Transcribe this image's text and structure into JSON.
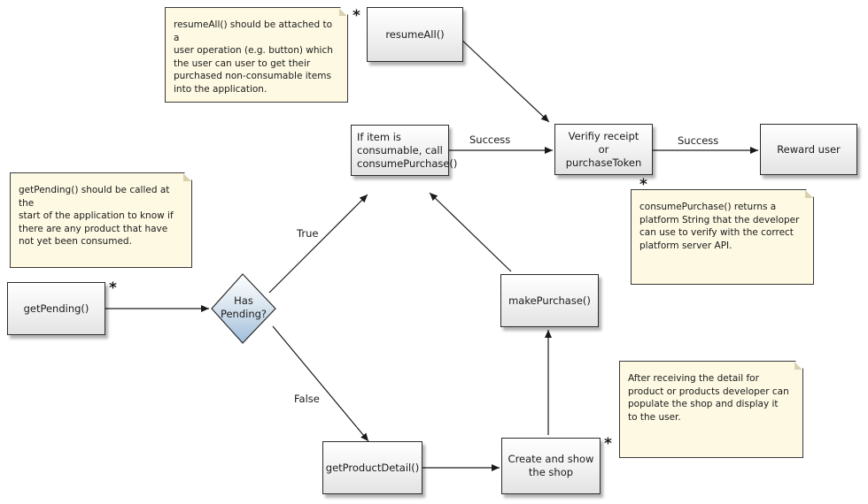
{
  "nodes": {
    "resume_all": "resumeAll()",
    "consume_check": "If item is\nconsumable, call\nconsumePurchase()",
    "verify": "Verifiy receipt\nor purchaseToken",
    "reward": "Reward user",
    "get_pending": "getPending()",
    "has_pending": "Has\nPending?",
    "make_purchase": "makePurchase()",
    "get_product_detail": "getProductDetail()",
    "create_shop": "Create and show\nthe shop"
  },
  "notes": {
    "resume_all": "resumeAll() should be attached to a\nuser operation (e.g. button) which\nthe user can user to get their\npurchased non-consumable items\ninto the application.",
    "get_pending": "getPending() should be called at the\nstart of the application to know if\nthere are any product that have\nnot yet been consumed.",
    "consume_purchase": "consumePurchase() returns a\nplatform String that the developer\ncan use to verify with the correct\nplatform server API.",
    "product_detail": "After receiving the detail for\nproduct or products developer can\npopulate the shop and display it\nto the user."
  },
  "edge_labels": {
    "success_1": "Success",
    "success_2": "Success",
    "true_label": "True",
    "false_label": "False"
  },
  "markers": {
    "star": "*"
  },
  "colors": {
    "note_fill": "#fdf9e3",
    "diamond_fill": "#b9d0e6",
    "line": "#1a1a1a"
  }
}
